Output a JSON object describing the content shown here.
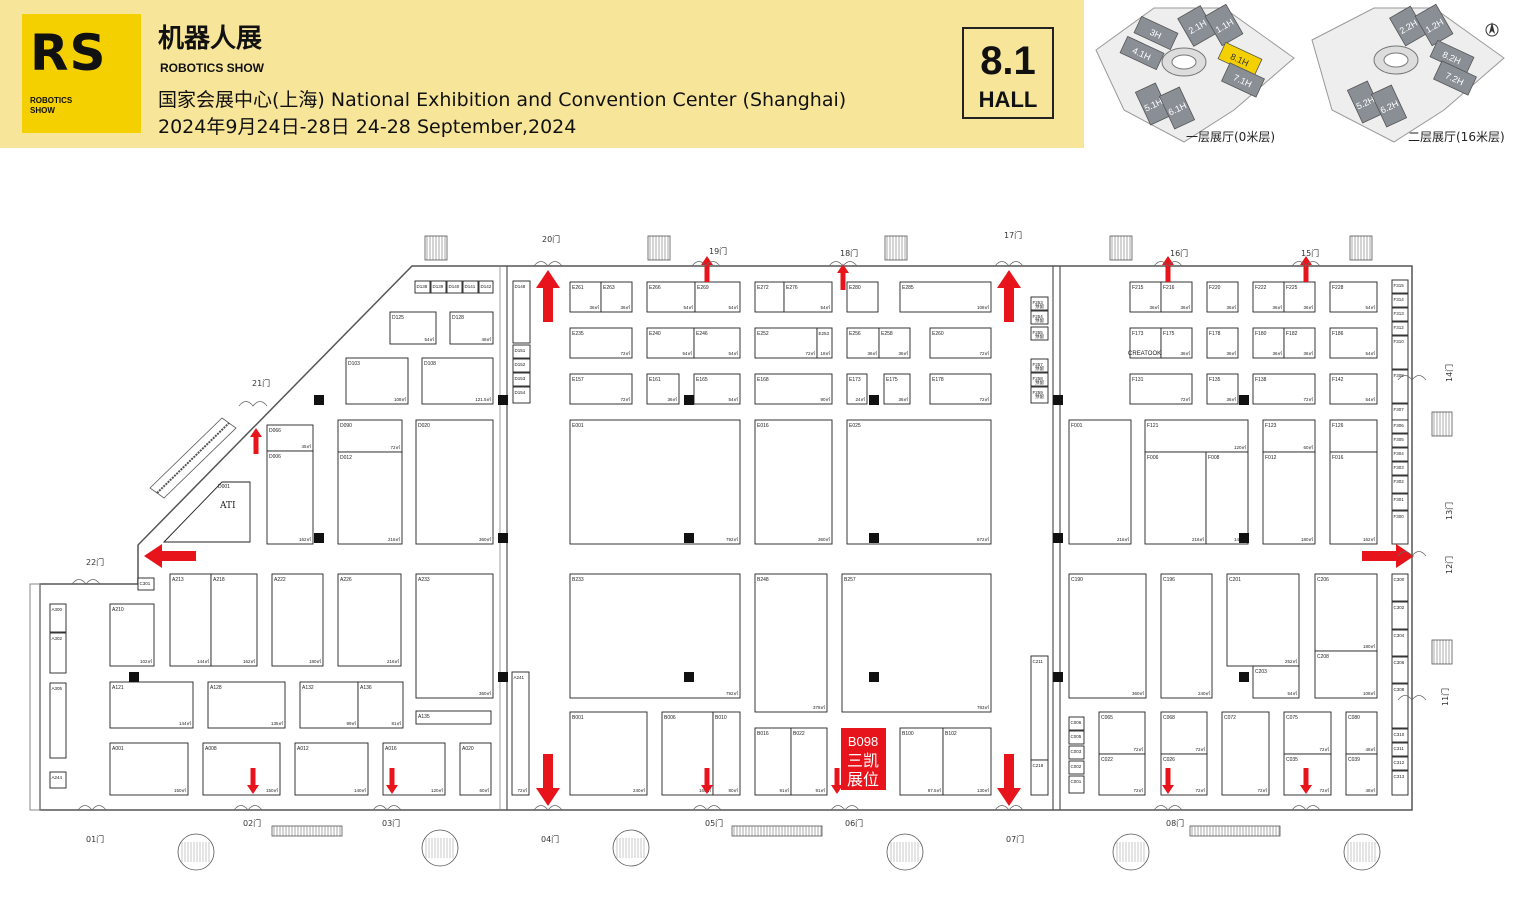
{
  "header": {
    "logo_text": "RS",
    "logo_sub_1": "ROBOTICS",
    "logo_sub_2": "SHOW",
    "title_cn": "机器人展",
    "title_en": "ROBOTICS SHOW",
    "venue": "国家会展中心(上海)   National Exhibition and Convention Center (Shanghai)",
    "dates": "2024年9月24日-28日    24-28 September,2024",
    "hall_number": "8.1",
    "hall_word": "HALL"
  },
  "minimaps": {
    "floor1_label": "一层展厅(0米层)",
    "floor2_label": "二层展厅(16米层)",
    "floor1_halls": [
      "2.1H",
      "1.1H",
      "3H",
      "4.1H",
      "8.1H",
      "7.1H",
      "5.1H",
      "6.1H"
    ],
    "floor2_halls": [
      "2.2H",
      "1.2H",
      "8.2H",
      "7.2H",
      "5.2H",
      "6.2H"
    ],
    "highlight_hall": "8.1H",
    "highlight_color": "#f5d000"
  },
  "map": {
    "highlight_color": "#e8141b",
    "highlight_booth": {
      "code": "B098",
      "line2": "三凯",
      "line3": "展位"
    },
    "gates": [
      "01门",
      "02门",
      "03门",
      "04门",
      "05门",
      "06门",
      "07门",
      "08门",
      "11门",
      "12门",
      "13门",
      "14门",
      "15门",
      "16门",
      "17门",
      "18门",
      "19门",
      "20门",
      "21门",
      "22门"
    ],
    "booths": {
      "D": [
        "D138",
        "D139",
        "D140",
        "D141",
        "D142",
        "D148",
        "D125",
        "D128",
        "D103",
        "D108",
        "D151",
        "D152",
        "D153",
        "D154",
        "D066",
        "D090",
        "D020",
        "D006",
        "D012",
        "D001"
      ],
      "E": [
        "E261",
        "E263",
        "E266",
        "E269",
        "E272",
        "E276",
        "E280",
        "E285",
        "E235",
        "E240",
        "E246",
        "E252",
        "E253",
        "E256",
        "E258",
        "E260",
        "E157",
        "E161",
        "E165",
        "E168",
        "E173",
        "E175",
        "E178",
        "E001",
        "E016",
        "E025"
      ],
      "F": [
        "F253",
        "F254",
        "F255",
        "F257",
        "F258",
        "F259",
        "F215",
        "F216",
        "F220",
        "F222",
        "F225",
        "F228",
        "F173",
        "F175",
        "F178",
        "F180",
        "F182",
        "F186",
        "F131",
        "F135",
        "F138",
        "F142",
        "F001",
        "F121",
        "F123",
        "F126",
        "F006",
        "F008",
        "F012",
        "F016",
        "F315",
        "F314",
        "F313",
        "F312",
        "F310",
        "F308",
        "F307",
        "F306",
        "F305",
        "F304",
        "F303",
        "F302",
        "F301",
        "F300"
      ],
      "A": [
        "A300",
        "A302",
        "A305",
        "A244",
        "A210",
        "A213",
        "A218",
        "A222",
        "A226",
        "A233",
        "A121",
        "A128",
        "A132",
        "A136",
        "A135",
        "A001",
        "A008",
        "A012",
        "A016",
        "A020",
        "A241"
      ],
      "B": [
        "B233",
        "B248",
        "B257",
        "B001",
        "B006",
        "B010",
        "B016",
        "B022",
        "B100",
        "B102"
      ],
      "C": [
        "C190",
        "C196",
        "C201",
        "C206",
        "C203",
        "C208",
        "C211",
        "C218",
        "C006",
        "C005",
        "C003",
        "C002",
        "C001",
        "C065",
        "C022",
        "C068",
        "C026",
        "C072",
        "C030",
        "C075",
        "C035",
        "C080",
        "C039",
        "C300",
        "C302",
        "C304",
        "C306",
        "C308",
        "C310",
        "C311",
        "C312",
        "C313",
        "C301"
      ]
    },
    "ati_label": "ATI",
    "creatook_label": "CREATOOK",
    "reserved_label": "预留",
    "stairs_label": "楼梯",
    "lift_label": "扶梯"
  }
}
